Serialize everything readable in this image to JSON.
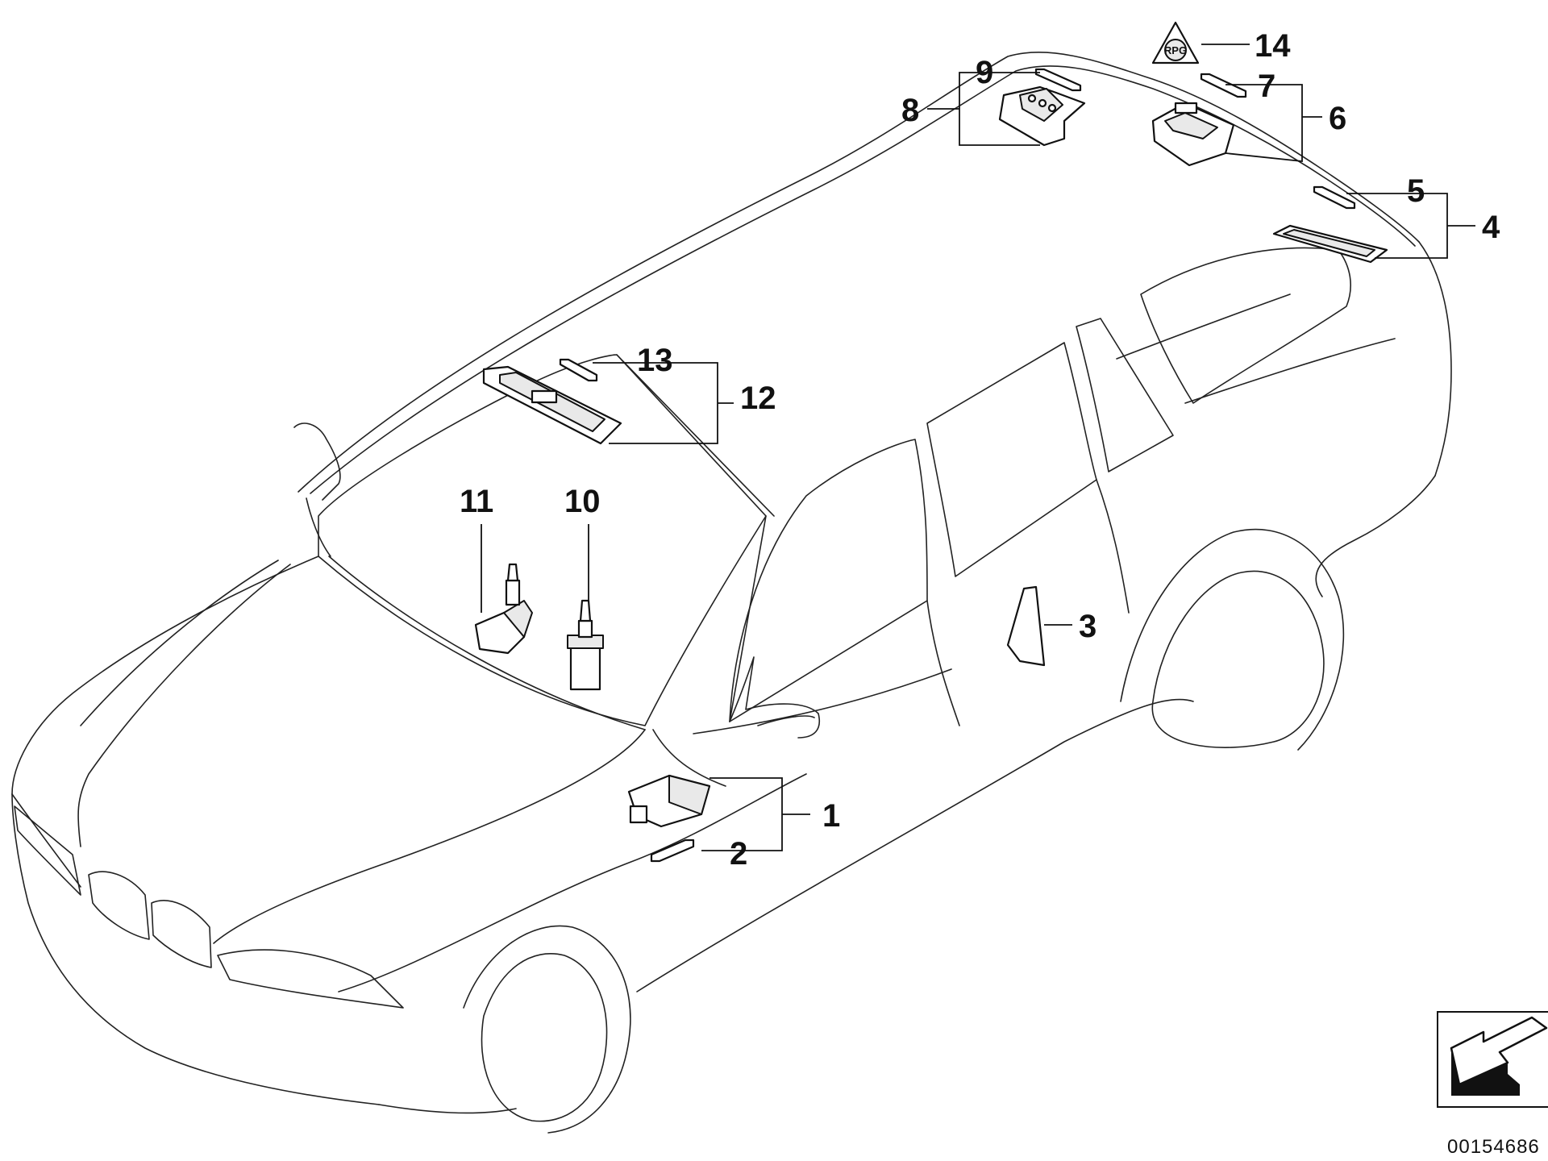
{
  "diagram": {
    "callouts": {
      "c1": "1",
      "c2": "2",
      "c3": "3",
      "c4": "4",
      "c5": "5",
      "c6": "6",
      "c7": "7",
      "c8": "8",
      "c9": "9",
      "c10": "10",
      "c11": "11",
      "c12": "12",
      "c13": "13",
      "c14": "14"
    },
    "warning_badge_text": "RPG",
    "diagram_id": "00154686"
  }
}
